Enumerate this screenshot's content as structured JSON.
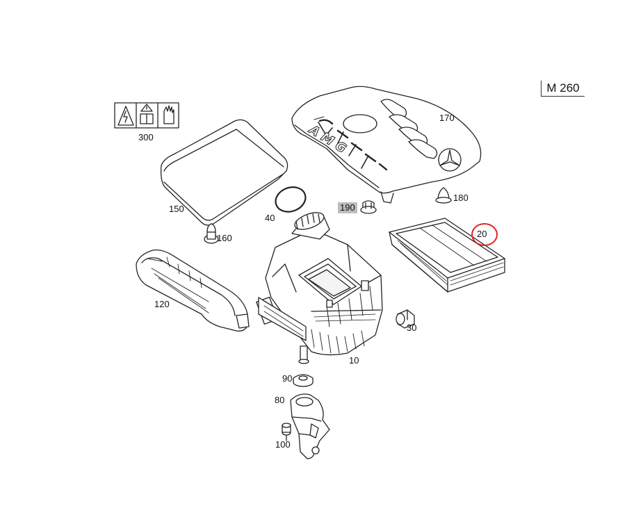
{
  "model_code": "M 260",
  "highlight_color": "#e02424",
  "parts": {
    "p10": "10",
    "p20": "20",
    "p30": "30",
    "p40": "40",
    "p80": "80",
    "p90": "90",
    "p100": "100",
    "p120": "120",
    "p150": "150",
    "p160": "160",
    "p170": "170",
    "p180": "180",
    "p190": "190",
    "p300": "300"
  },
  "engine_cover_lettering": "AMG"
}
